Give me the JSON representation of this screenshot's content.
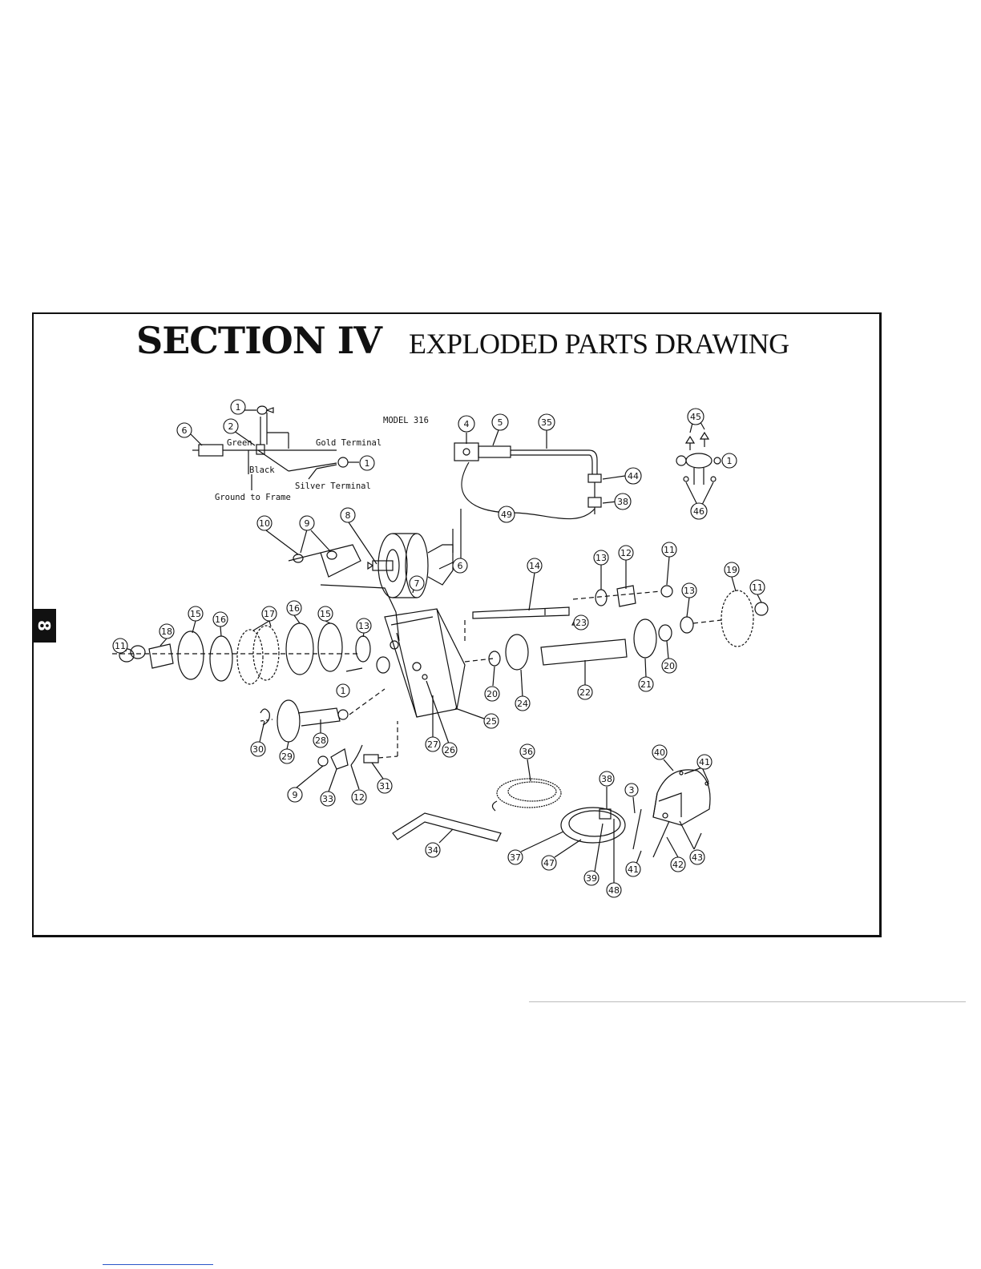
{
  "title": {
    "major": "SECTION IV",
    "minor": "EXPLODED PARTS DRAWING"
  },
  "page_tab": "8",
  "model": "MODEL 316",
  "wiring_labels": {
    "green": "Green",
    "black": "Black",
    "gold_terminal": "Gold Terminal",
    "silver_terminal": "Silver Terminal",
    "ground": "Ground to Frame"
  },
  "callouts": {
    "c1a": "1",
    "c2": "2",
    "c6a": "6",
    "c1b": "1",
    "c4": "4",
    "c5": "5",
    "c35": "35",
    "c44": "44",
    "c38a": "38",
    "c49": "49",
    "c45": "45",
    "c1c": "1",
    "c46": "46",
    "c10": "10",
    "c9a": "9",
    "c8": "8",
    "c6b": "6",
    "c7": "7",
    "c14": "14",
    "c13a": "13",
    "c12a": "12",
    "c11a": "11",
    "c13b": "13",
    "c19": "19",
    "c11b": "11",
    "c15a": "15",
    "c16a": "16",
    "c17": "17",
    "c16b": "16",
    "c15b": "15",
    "c13c": "13",
    "c18": "18",
    "c11c": "11",
    "c1d": "1",
    "c23": "23",
    "c20a": "20",
    "c24": "24",
    "c22": "22",
    "c21": "21",
    "c20b": "20",
    "c25": "25",
    "c27": "27",
    "c26": "26",
    "c30": "30",
    "c29": "29",
    "c28": "28",
    "c9b": "9",
    "c33": "33",
    "c12b": "12",
    "c31": "31",
    "c36": "36",
    "c38b": "38",
    "c3": "3",
    "c40": "40",
    "c41a": "41",
    "c34": "34",
    "c37": "37",
    "c47": "47",
    "c39": "39",
    "c48": "48",
    "c41b": "41",
    "c42": "42",
    "c43": "43"
  }
}
